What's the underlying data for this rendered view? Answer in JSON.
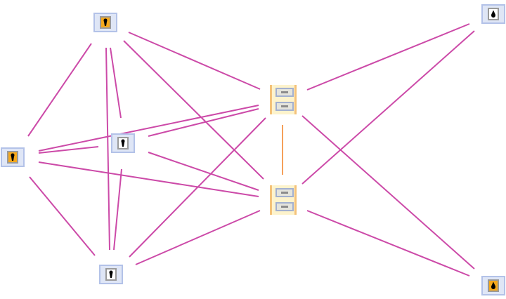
{
  "diagram": {
    "type": "network-graph",
    "nodes": [
      {
        "id": "lock-top-left",
        "kind": "lock",
        "variant": "orange"
      },
      {
        "id": "lock-top-right",
        "kind": "lock",
        "variant": "white"
      },
      {
        "id": "lock-left",
        "kind": "lock",
        "variant": "orange"
      },
      {
        "id": "lock-mid-left",
        "kind": "lock",
        "variant": "white"
      },
      {
        "id": "lock-bottom-left",
        "kind": "lock",
        "variant": "white"
      },
      {
        "id": "lock-bottom-right",
        "kind": "lock",
        "variant": "orange"
      },
      {
        "id": "cabinet-upper",
        "kind": "file-cabinet"
      },
      {
        "id": "cabinet-lower",
        "kind": "file-cabinet"
      }
    ],
    "edges": [
      {
        "from": "lock-top-left",
        "to": "lock-left",
        "type": "magenta"
      },
      {
        "from": "lock-top-left",
        "to": "lock-mid-left",
        "type": "magenta"
      },
      {
        "from": "lock-top-left",
        "to": "lock-bottom-left",
        "type": "magenta"
      },
      {
        "from": "lock-top-left",
        "to": "cabinet-upper",
        "type": "magenta"
      },
      {
        "from": "lock-top-left",
        "to": "cabinet-lower",
        "type": "magenta"
      },
      {
        "from": "lock-left",
        "to": "lock-mid-left",
        "type": "magenta"
      },
      {
        "from": "lock-left",
        "to": "cabinet-upper",
        "type": "magenta"
      },
      {
        "from": "lock-left",
        "to": "cabinet-lower",
        "type": "magenta"
      },
      {
        "from": "lock-left",
        "to": "lock-bottom-left",
        "type": "magenta"
      },
      {
        "from": "lock-mid-left",
        "to": "cabinet-upper",
        "type": "magenta"
      },
      {
        "from": "lock-mid-left",
        "to": "cabinet-lower",
        "type": "magenta"
      },
      {
        "from": "lock-mid-left",
        "to": "lock-bottom-left",
        "type": "magenta"
      },
      {
        "from": "lock-bottom-left",
        "to": "cabinet-upper",
        "type": "magenta"
      },
      {
        "from": "lock-bottom-left",
        "to": "cabinet-lower",
        "type": "magenta"
      },
      {
        "from": "cabinet-upper",
        "to": "lock-top-right",
        "type": "magenta"
      },
      {
        "from": "cabinet-upper",
        "to": "lock-bottom-right",
        "type": "magenta"
      },
      {
        "from": "cabinet-lower",
        "to": "lock-top-right",
        "type": "magenta"
      },
      {
        "from": "cabinet-lower",
        "to": "lock-bottom-right",
        "type": "magenta"
      },
      {
        "from": "cabinet-upper",
        "to": "cabinet-lower",
        "type": "orange"
      }
    ],
    "colors": {
      "edge_magenta": "#cc4aa8",
      "edge_orange": "#f5a05a",
      "lock_orange": "#f6a91c",
      "node_frame": "#b3c2e8"
    }
  }
}
